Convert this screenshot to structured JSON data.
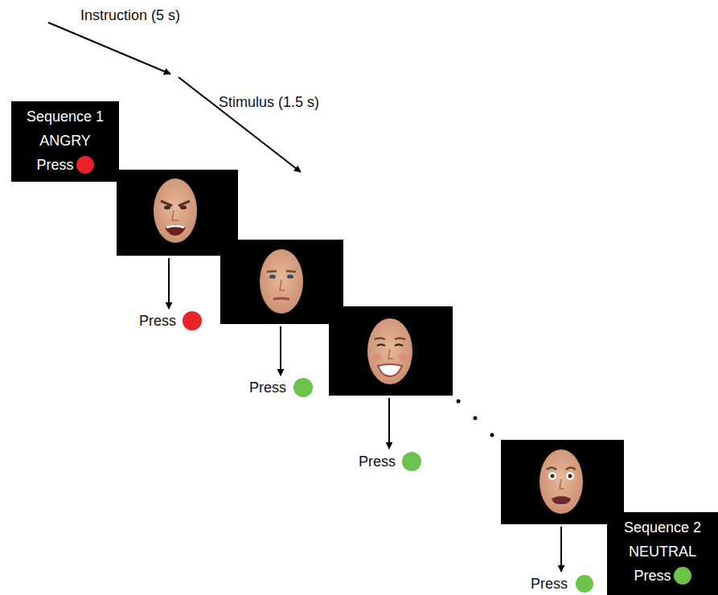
{
  "diagram": {
    "nodes": [
      {
        "text": [
          "Sequence 1",
          "ANGRY",
          "Press"
        ]
      },
      {
        "text": [
          "Sequence 2",
          "NEUTRAL",
          "Press"
        ]
      }
    ],
    "labels": [
      "Instruction (5 s)",
      "Stimulus (1.5 s)",
      "Press",
      "Press",
      "Press",
      "Press"
    ]
  }
}
